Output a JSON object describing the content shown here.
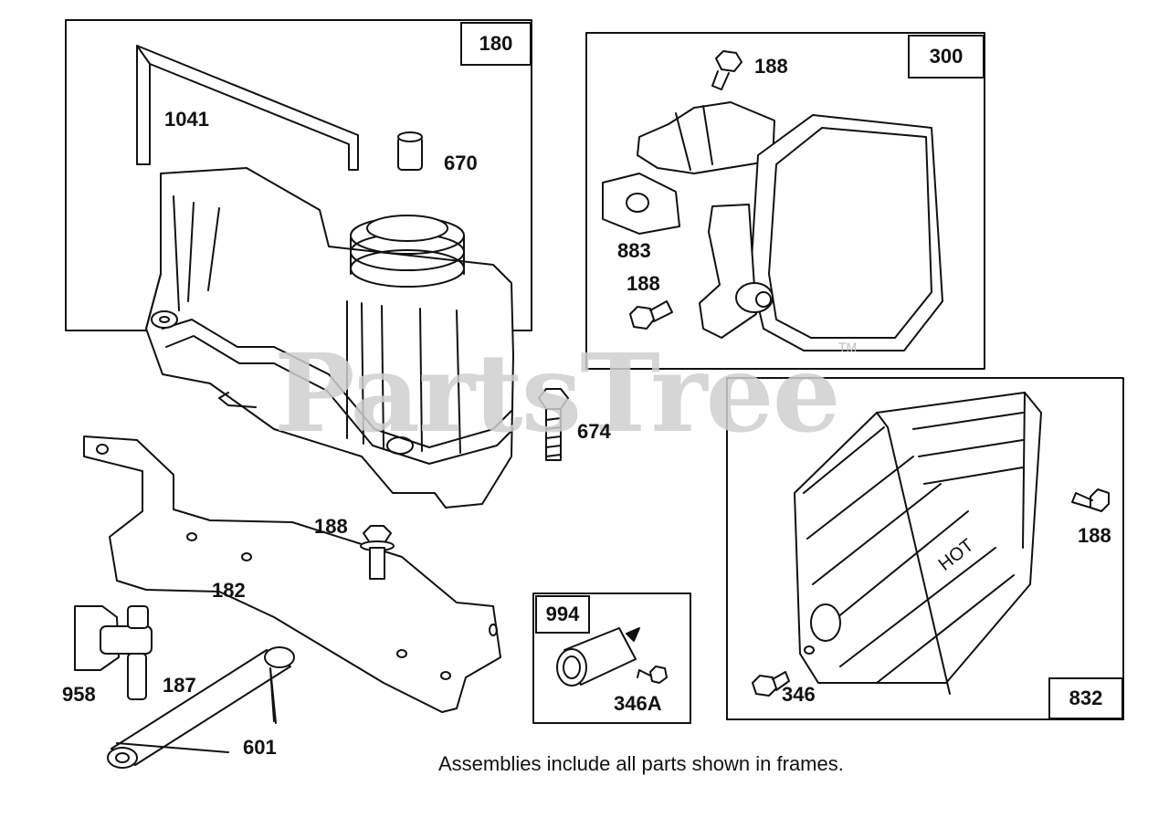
{
  "watermark": {
    "text": "PartsTree",
    "tm": "TM"
  },
  "note": "Assemblies include all parts shown in frames.",
  "assemblies": {
    "a180": "180",
    "a300": "300",
    "a994": "994",
    "a832": "832"
  },
  "parts": {
    "p1041": "1041",
    "p670": "670",
    "p188_top": "188",
    "p883": "883",
    "p188_mid": "188",
    "p674": "674",
    "p188_right": "188",
    "p188_bracket": "188",
    "p182": "182",
    "p958": "958",
    "p187": "187",
    "p601": "601",
    "p346A": "346A",
    "p346": "346",
    "hot": "HOT"
  }
}
